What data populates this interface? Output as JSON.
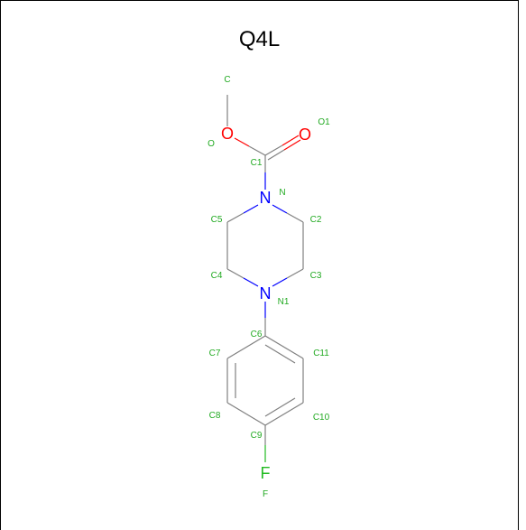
{
  "title": "Q4L",
  "colors": {
    "carbon_bond": "#808080",
    "oxygen": "#ff0000",
    "nitrogen": "#0000ff",
    "fluorine": "#22bb22",
    "atom_label": "#22aa22"
  },
  "atoms": [
    {
      "id": "C",
      "label": "C"
    },
    {
      "id": "O",
      "label": "O",
      "symbol": "O"
    },
    {
      "id": "O1",
      "label": "O1",
      "symbol": "O"
    },
    {
      "id": "C1",
      "label": "C1"
    },
    {
      "id": "N",
      "label": "N",
      "symbol": "N"
    },
    {
      "id": "C2",
      "label": "C2"
    },
    {
      "id": "C5",
      "label": "C5"
    },
    {
      "id": "C4",
      "label": "C4"
    },
    {
      "id": "C3",
      "label": "C3"
    },
    {
      "id": "N1",
      "label": "N1",
      "symbol": "N"
    },
    {
      "id": "C6",
      "label": "C6"
    },
    {
      "id": "C7",
      "label": "C7"
    },
    {
      "id": "C11",
      "label": "C11"
    },
    {
      "id": "C8",
      "label": "C8"
    },
    {
      "id": "C10",
      "label": "C10"
    },
    {
      "id": "C9",
      "label": "C9"
    },
    {
      "id": "F",
      "label": "F",
      "symbol": "F"
    }
  ]
}
